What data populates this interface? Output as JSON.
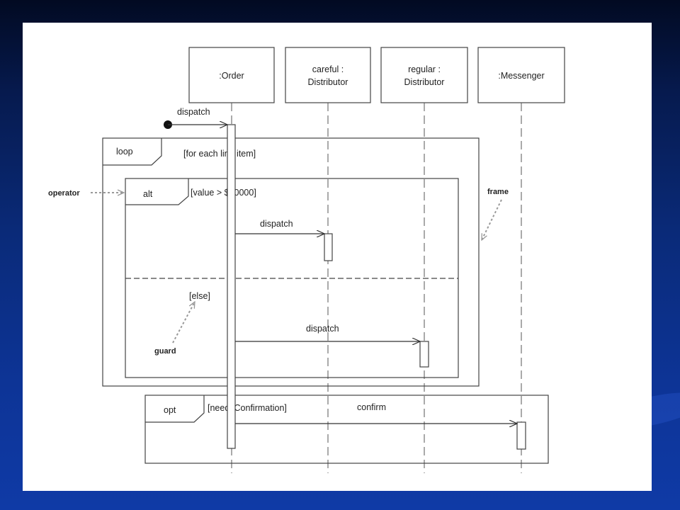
{
  "lifelines": [
    {
      "id": "order",
      "line1": ":Order",
      "line2": ""
    },
    {
      "id": "careful",
      "line1": "careful :",
      "line2": "Distributor"
    },
    {
      "id": "regular",
      "line1": "regular :",
      "line2": "Distributor"
    },
    {
      "id": "messenger",
      "line1": ":Messenger",
      "line2": ""
    }
  ],
  "messages": {
    "found": "dispatch",
    "to_careful": "dispatch",
    "to_regular": "dispatch",
    "to_messenger": "confirm"
  },
  "fragments": {
    "loop": {
      "operator": "loop",
      "guard": "[for each line item]"
    },
    "alt": {
      "operator": "alt",
      "guard": "[value > $10000]",
      "else_guard": "[else]"
    },
    "opt": {
      "operator": "opt",
      "guard": "[needsConfirmation]"
    }
  },
  "annotations": {
    "operator": "operator",
    "frame": "frame",
    "guard": "guard"
  }
}
